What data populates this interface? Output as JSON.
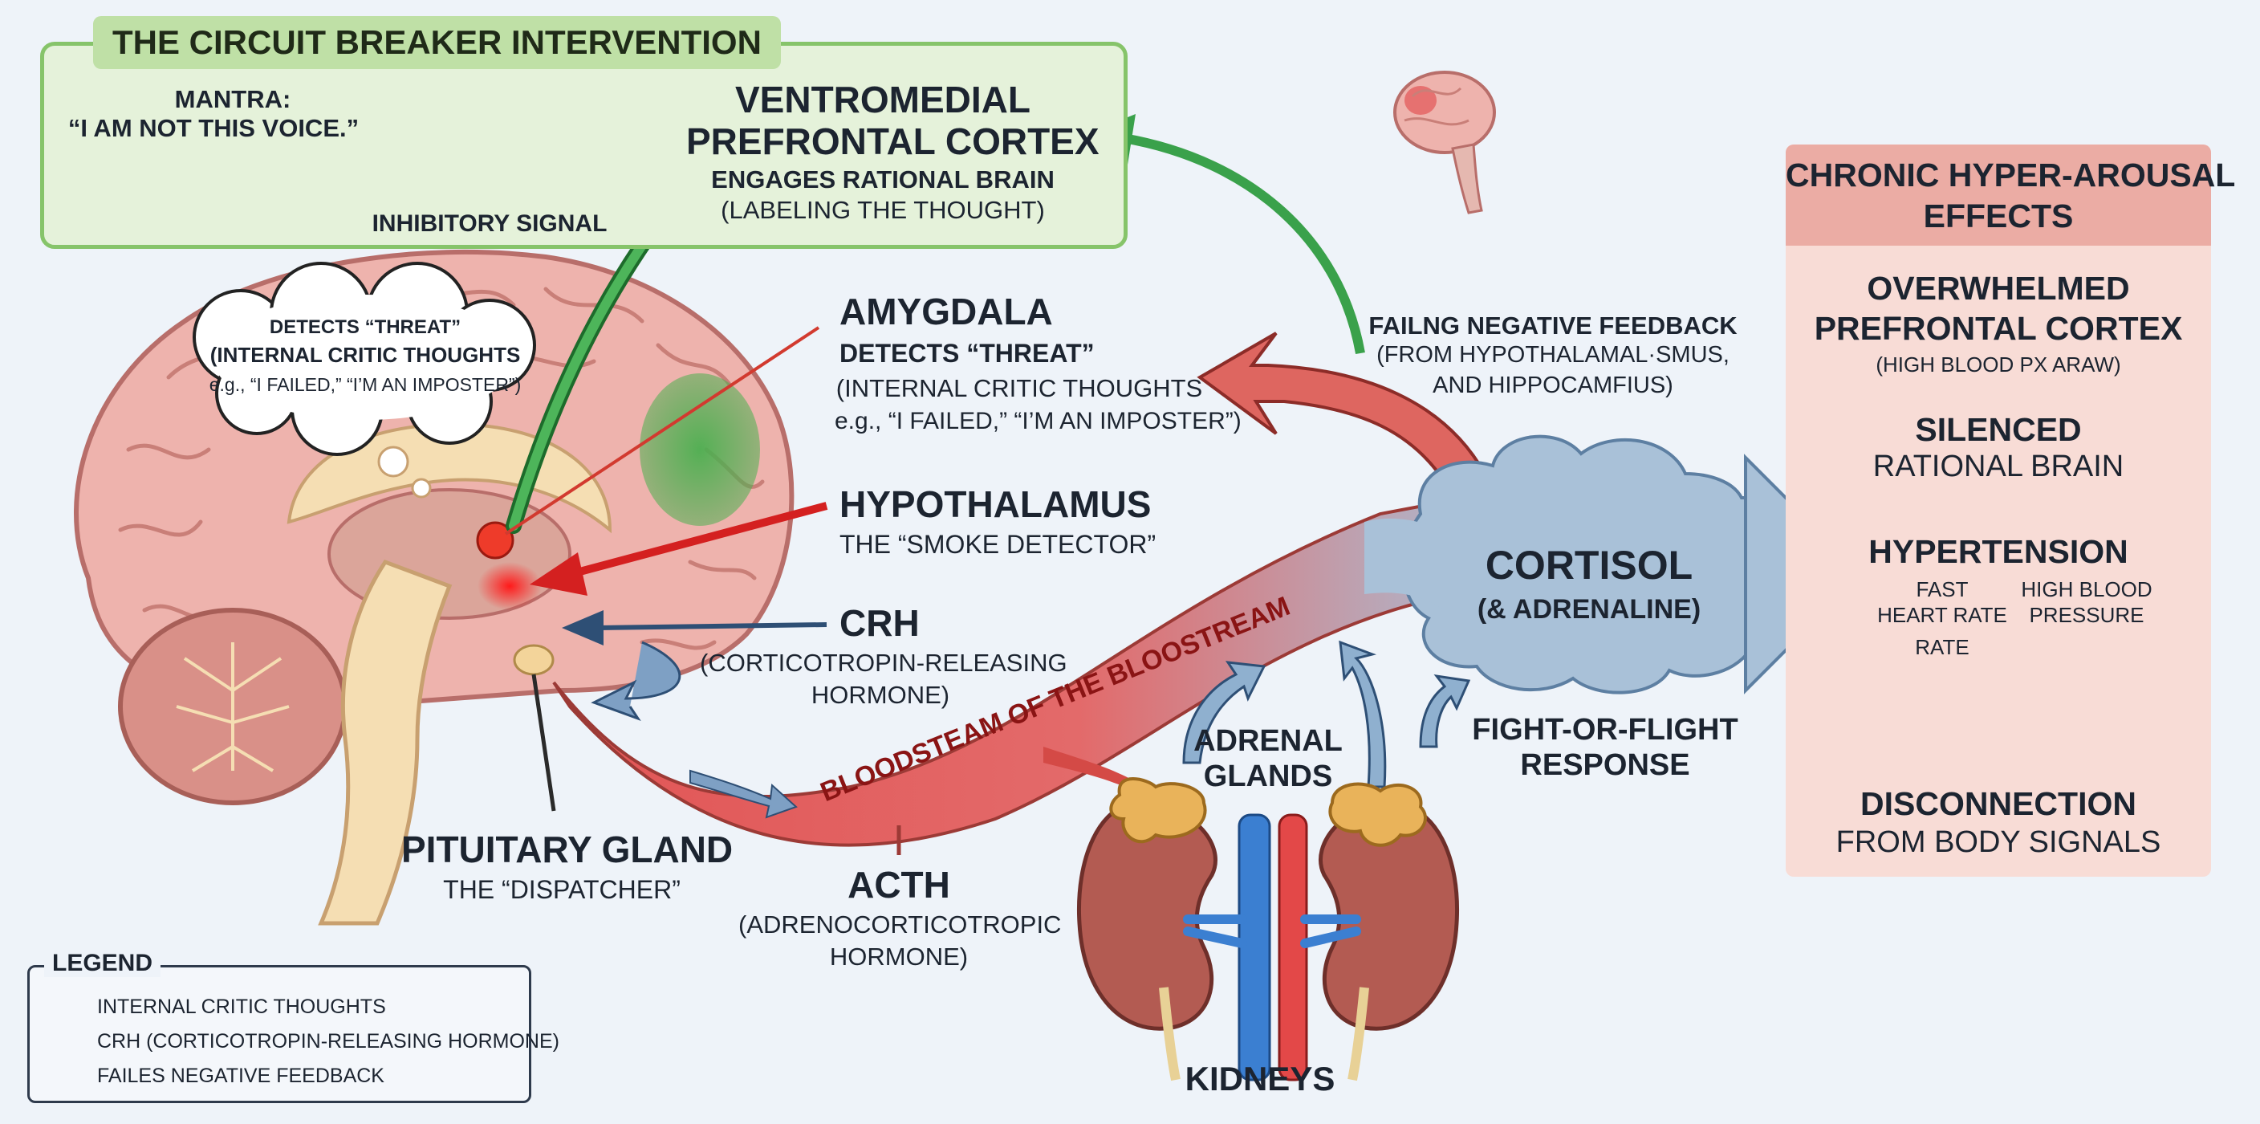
{
  "circuit_breaker": {
    "title": "THE CIRCUIT BREAKER INTERVENTION",
    "mantra_label": "MANTRA:",
    "mantra_text": "“I AM NOT THIS VOICE.”",
    "inhibitory_signal": "INHIBITORY SIGNAL"
  },
  "vmpfc": {
    "title_line1": "VENTROMEDIAL",
    "title_line2": "PREFRONTAL CORTEX",
    "subtitle": "ENGAGES RATIONAL BRAIN",
    "detail": "(LABELING THE THOUGHT)"
  },
  "thought_bubble": {
    "line1": "DETECTS “THREAT”",
    "line2": "(INTERNAL CRITIC THOUGHTS",
    "line3": "e.g., “I FAILED,” “I’M AN IMPOSTER”)"
  },
  "amygdala": {
    "title": "AMYGDALA",
    "subtitle": "DETECTS “THREAT”",
    "detail_line1": "(INTERNAL CRITIC THOUGHTS",
    "detail_line2": "e.g., “I FAILED,” “I’M AN IMPOSTER”)"
  },
  "hypothalamus": {
    "title": "HYPOTHALAMUS",
    "subtitle": "THE “SMOKE DETECTOR”"
  },
  "crh": {
    "title": "CRH",
    "detail_line1": "(CORTICOTROPIN-RELEASING",
    "detail_line2": "HORMONE)"
  },
  "pituitary": {
    "title": "PITUITARY GLAND",
    "subtitle": "THE “DISPATCHER”"
  },
  "acth": {
    "title": "ACTH",
    "detail_line1": "(ADRENOCORTICOTROPIC",
    "detail_line2": "HORMONE)"
  },
  "bloodstream_label": "BLOODSTEAM OF THE BLOOSTREAM",
  "feedback": {
    "line1": "FAILNG NEGATIVE FEEDBACK",
    "line2": "(FROM HYPOTHALAMAL·SMUS,",
    "line3": "AND HIPPOCAMFIUS)"
  },
  "cortisol": {
    "title": "CORTISOL",
    "subtitle": "(& ADRENALINE)"
  },
  "adrenal_label_line1": "ADRENAL",
  "adrenal_label_line2": "GLANDS",
  "fight_flight_line1": "FIGHT-OR-FLIGHT",
  "fight_flight_line2": "RESPONSE",
  "kidneys_label": "KIDNEYS",
  "effects": {
    "header_line1": "CHRONIC HYPER-AROUSAL",
    "header_line2": "EFFECTS",
    "item1_line1": "OVERWHELMED",
    "item1_line2": "PREFRONTAL CORTEX",
    "item1_detail": "(HIGH BLOOD PX ARAW)",
    "item2_line1": "SILENCED",
    "item2_line2": "RATIONAL BRAIN",
    "item3_title": "HYPERTENSION",
    "item3_left_line1": "FAST",
    "item3_left_line2": "HEART RATE",
    "item3_left_line3": "RATE",
    "item3_right_line1": "HIGH BLOOD",
    "item3_right_line2": "PRESSURE",
    "item4_line1": "DISCONNECTION",
    "item4_line2": "FROM BODY SIGNALS"
  },
  "legend": {
    "title": "LEGEND",
    "item1": "INTERNAL CRITIC THOUGHTS",
    "item2": "CRH (CORTICOTROPIN-RELEASING HORMONE)",
    "item3": "FAILES NEGATIVE FEEDBACK"
  },
  "colors": {
    "critic_red": "#e04c4c",
    "crh_blue": "#8fb0cf",
    "inhibit_green": "#3a9e4a",
    "brain_pink": "#eeb3ad"
  },
  "icons": [
    "person-thinking-icon",
    "small-brain-icon",
    "heart-icon",
    "gauge-icon",
    "feedback-arrow-icon"
  ]
}
